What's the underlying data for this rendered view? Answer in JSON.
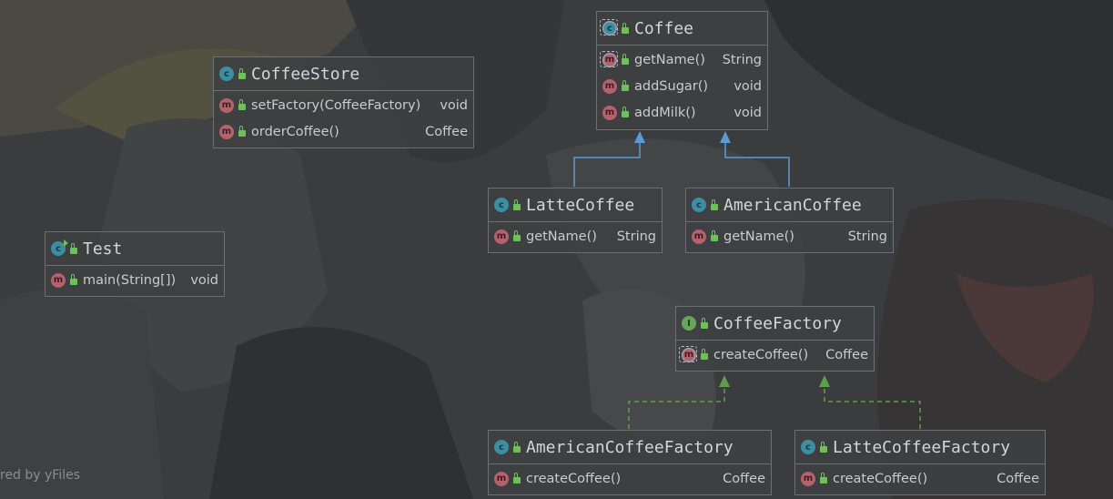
{
  "footer_text": "red by yFiles",
  "classes": {
    "coffee": {
      "title": "Coffee",
      "kind_icon": "abstract-class-icon",
      "methods": [
        {
          "name": "getName()",
          "type": "String",
          "icon": "abstract-method-icon"
        },
        {
          "name": "addSugar()",
          "type": "void",
          "icon": "method-icon"
        },
        {
          "name": "addMilk()",
          "type": "void",
          "icon": "method-icon"
        }
      ]
    },
    "coffee_store": {
      "title": "CoffeeStore",
      "kind_icon": "class-icon",
      "methods": [
        {
          "name": "setFactory(CoffeeFactory)",
          "type": "void",
          "icon": "method-icon"
        },
        {
          "name": "orderCoffee()",
          "type": "Coffee",
          "icon": "method-icon"
        }
      ]
    },
    "test": {
      "title": "Test",
      "kind_icon": "runnable-class-icon",
      "methods": [
        {
          "name": "main(String[])",
          "type": "void",
          "icon": "static-method-icon"
        }
      ]
    },
    "latte_coffee": {
      "title": "LatteCoffee",
      "kind_icon": "class-icon",
      "methods": [
        {
          "name": "getName()",
          "type": "String",
          "icon": "method-icon"
        }
      ]
    },
    "american_coffee": {
      "title": "AmericanCoffee",
      "kind_icon": "class-icon",
      "methods": [
        {
          "name": "getName()",
          "type": "String",
          "icon": "method-icon"
        }
      ]
    },
    "coffee_factory": {
      "title": "CoffeeFactory",
      "kind_icon": "interface-icon",
      "methods": [
        {
          "name": "createCoffee()",
          "type": "Coffee",
          "icon": "abstract-method-icon"
        }
      ]
    },
    "american_coffee_factory": {
      "title": "AmericanCoffeeFactory",
      "kind_icon": "class-icon",
      "methods": [
        {
          "name": "createCoffee()",
          "type": "Coffee",
          "icon": "method-icon"
        }
      ]
    },
    "latte_coffee_factory": {
      "title": "LatteCoffeeFactory",
      "kind_icon": "class-icon",
      "methods": [
        {
          "name": "createCoffee()",
          "type": "Coffee",
          "icon": "method-icon"
        }
      ]
    }
  },
  "colors": {
    "inheritance_edge": "#5b9bd5",
    "implementation_edge": "#5f9e4f",
    "node_border": "#6d6f71",
    "text": "#c9cbcd"
  }
}
